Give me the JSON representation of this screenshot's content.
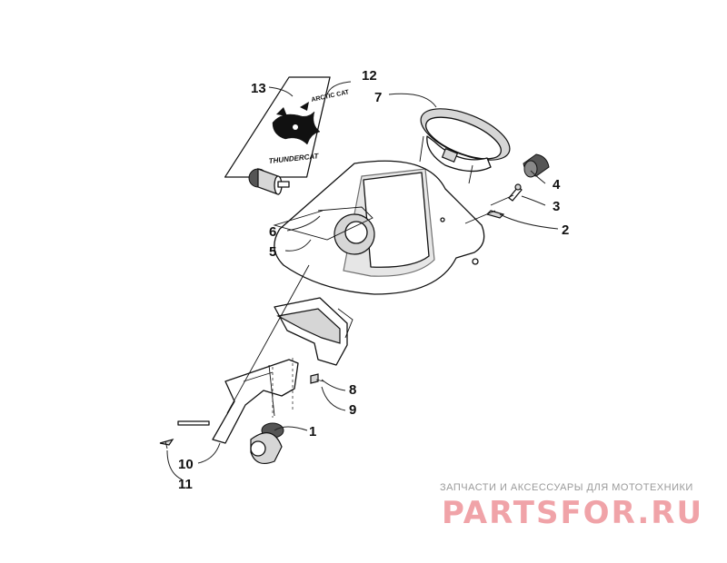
{
  "callouts": {
    "c1": "1",
    "c2": "2",
    "c3": "3",
    "c4": "4",
    "c5": "5",
    "c6": "6",
    "c7": "7",
    "c8": "8",
    "c9": "9",
    "c10": "10",
    "c11": "11",
    "c12": "12",
    "c13": "13"
  },
  "decal": {
    "line1": "ARCTIC CAT",
    "line2": "THUNDERCAT"
  },
  "watermark": {
    "tagline": "ЗАПЧАСТИ И АКСЕССУАРЫ ДЛЯ МОТОТЕХНИКИ",
    "brand": "PARTSFOR.RU"
  }
}
